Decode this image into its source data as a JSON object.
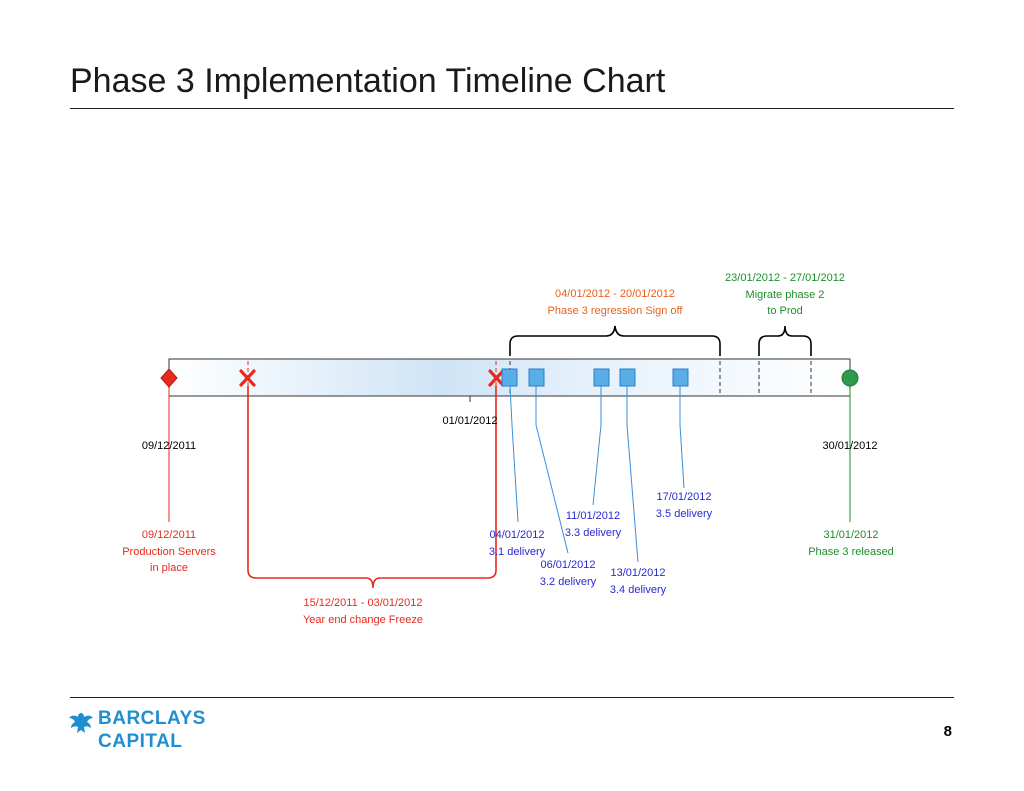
{
  "title": "Phase 3 Implementation Timeline Chart",
  "page_number": "8",
  "logo": {
    "line1": "BARCLAYS",
    "line2": "CAPITAL"
  },
  "colors": {
    "red": "#e8291c",
    "blue": "#2a2ad0",
    "green": "#1f8f2a",
    "orange": "#e8601c",
    "marker_blue": "#5aaee8"
  },
  "timeline": {
    "start_label": "09/12/2011",
    "mid_label": "01/01/2012",
    "end_label": "30/01/2012"
  },
  "ranges": {
    "regression": {
      "dates": "04/01/2012 - 20/01/2012",
      "label": "Phase 3 regression Sign off"
    },
    "migrate": {
      "dates": "23/01/2012 - 27/01/2012",
      "line1": "Migrate phase 2",
      "line2": "to Prod"
    },
    "freeze": {
      "dates": "15/12/2011 - 03/01/2012",
      "label": "Year end change Freeze"
    }
  },
  "events": {
    "production": {
      "date": "09/12/2011",
      "line1": "Production Servers",
      "line2": "in place"
    },
    "released": {
      "date": "31/01/2012",
      "label": "Phase 3 released"
    },
    "d31": {
      "date": "04/01/2012",
      "label": "3.1 delivery"
    },
    "d32": {
      "date": "06/01/2012",
      "label": "3.2 delivery"
    },
    "d33": {
      "date": "11/01/2012",
      "label": "3.3 delivery"
    },
    "d34": {
      "date": "13/01/2012",
      "label": "3.4 delivery"
    },
    "d35": {
      "date": "17/01/2012",
      "label": "3.5 delivery"
    }
  }
}
